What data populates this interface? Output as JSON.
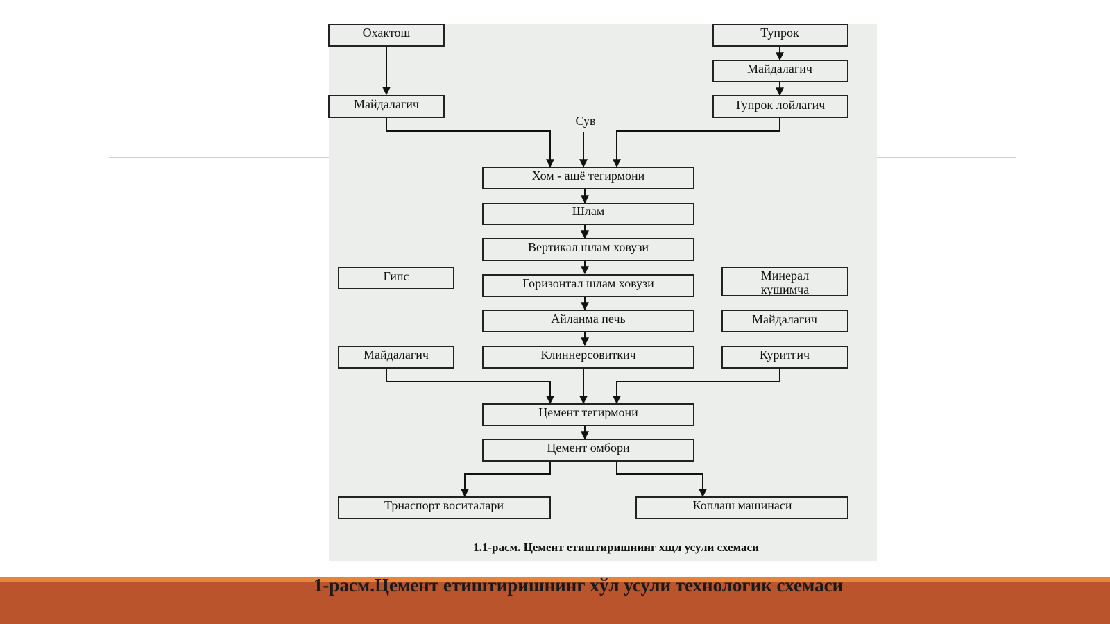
{
  "diagram": {
    "nodes": [
      {
        "id": "n1",
        "label": "Охактош"
      },
      {
        "id": "n2",
        "label": "Тупрок"
      },
      {
        "id": "n3",
        "label": "Майдалагич"
      },
      {
        "id": "n4",
        "label": "Майдалагич"
      },
      {
        "id": "n5",
        "label": "Тупрок лойлагич"
      },
      {
        "id": "n6",
        "label": "Хом - ашё тегирмони"
      },
      {
        "id": "n7",
        "label": "Шлам"
      },
      {
        "id": "n8",
        "label": "Вертикал шлам ховузи"
      },
      {
        "id": "n9",
        "label": "Гипс"
      },
      {
        "id": "n10",
        "label": "Горизонтал шлам ховузи"
      },
      {
        "id": "n11",
        "label": "Минерал кушимча"
      },
      {
        "id": "n12",
        "label": "Айланма печь"
      },
      {
        "id": "n13",
        "label": "Майдалагич"
      },
      {
        "id": "n14",
        "label": "Майдалагич"
      },
      {
        "id": "n15",
        "label": "Клиннерсовиткич"
      },
      {
        "id": "n16",
        "label": "Куритгич"
      },
      {
        "id": "n17",
        "label": "Цемент тегирмони"
      },
      {
        "id": "n18",
        "label": "Цемент омбори"
      },
      {
        "id": "n19",
        "label": "Трнаспорт воситалари"
      },
      {
        "id": "n20",
        "label": "Коплаш машинаси"
      }
    ],
    "water_label": "Сув",
    "caption": "1.1-расм. Цемент етиштиришнинг хщл усули схемаси"
  },
  "footer": {
    "title": "1-расм.Цемент етиштиришнинг хўл усули технологик схемаси"
  },
  "colors": {
    "panel": "#eceeec",
    "footer": "#b9542c",
    "footer_accent": "#e8843a"
  }
}
